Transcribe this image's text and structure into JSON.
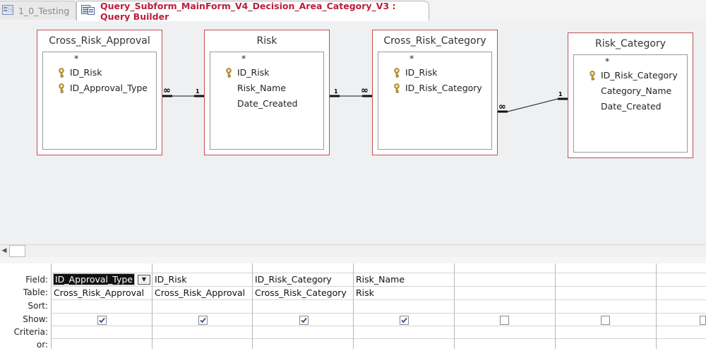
{
  "tabs": [
    {
      "label": "1_0_Testing",
      "active": false
    },
    {
      "label": "Query_Subform_MainForm_V4_Decision_Area_Category_V3 : Query Builder",
      "active": true
    }
  ],
  "colors": {
    "accent": "#b8203a",
    "table_border": "#c0504d"
  },
  "tables": [
    {
      "name": "Cross_Risk_Approval",
      "fields": [
        "*",
        "ID_Risk",
        "ID_Approval_Type"
      ],
      "keys": [
        1,
        2
      ]
    },
    {
      "name": "Risk",
      "fields": [
        "*",
        "ID_Risk",
        "Risk_Name",
        "Date_Created"
      ],
      "keys": [
        1
      ]
    },
    {
      "name": "Cross_Risk_Category",
      "fields": [
        "*",
        "ID_Risk",
        "ID_Risk_Category"
      ],
      "keys": [
        1,
        2
      ]
    },
    {
      "name": "Risk_Category",
      "fields": [
        "*",
        "ID_Risk_Category",
        "Category_Name",
        "Date_Created"
      ],
      "keys": [
        1
      ]
    }
  ],
  "relationships": [
    {
      "many": "∞",
      "one": "1"
    },
    {
      "one": "1",
      "many": "∞"
    },
    {
      "many": "∞",
      "one": "1"
    }
  ],
  "grid": {
    "row_labels": [
      "Field:",
      "Table:",
      "Sort:",
      "Show:",
      "Criteria:",
      "or:"
    ],
    "columns": [
      {
        "field": "ID_Approval_Type",
        "table": "Cross_Risk_Approval",
        "show": true
      },
      {
        "field": "ID_Risk",
        "table": "Cross_Risk_Approval",
        "show": true
      },
      {
        "field": "ID_Risk_Category",
        "table": "Cross_Risk_Category",
        "show": true
      },
      {
        "field": "Risk_Name",
        "table": "Risk",
        "show": true
      },
      {
        "field": "",
        "table": "",
        "show": false
      },
      {
        "field": "",
        "table": "",
        "show": false
      },
      {
        "field": "",
        "table": "",
        "show": false
      }
    ]
  }
}
